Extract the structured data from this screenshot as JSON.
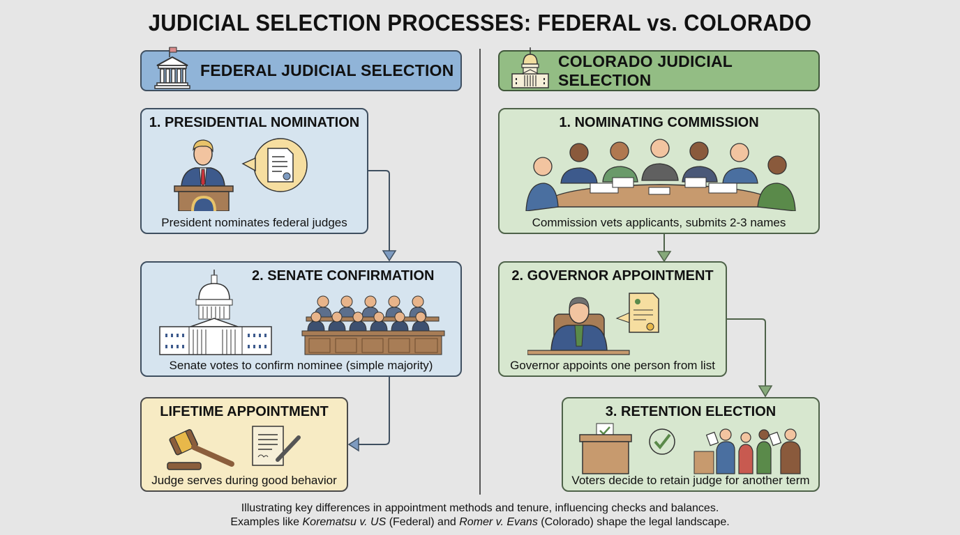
{
  "title": "JUDICIAL SELECTION PROCESSES: FEDERAL vs. COLORADO",
  "colors": {
    "background": "#e6e6e6",
    "federal_header": "#90b4d8",
    "federal_box": "#d6e4ef",
    "colorado_header": "#93bd84",
    "colorado_box": "#d7e7cf",
    "lifetime_box": "#f7ebc4",
    "federal_connector": "#3f4f60",
    "colorado_connector": "#4e6249"
  },
  "federal": {
    "header": {
      "label": "FEDERAL JUDICIAL SELECTION",
      "icon": "courthouse-icon"
    },
    "steps": [
      {
        "title": "1. PRESIDENTIAL NOMINATION",
        "description": "President nominates federal judges",
        "icon": "president-podium-icon"
      },
      {
        "title": "2. SENATE CONFIRMATION",
        "description": "Senate votes to confirm nominee (simple majority)",
        "icon": "capitol-senate-icon"
      },
      {
        "title": "LIFETIME APPOINTMENT",
        "description": "Judge serves during good behavior",
        "icon": "gavel-scroll-icon"
      }
    ]
  },
  "colorado": {
    "header": {
      "label": "COLORADO JUDICIAL SELECTION",
      "icon": "state-capitol-icon"
    },
    "steps": [
      {
        "title": "1. NOMINATING COMMISSION",
        "description": "Commission vets applicants, submits 2-3 names",
        "icon": "commission-table-icon"
      },
      {
        "title": "2. GOVERNOR APPOINTMENT",
        "description": "Governor appoints one person from list",
        "icon": "governor-desk-icon"
      },
      {
        "title": "3. RETENTION ELECTION",
        "description": "Voters decide to retain judge for another term",
        "icon": "ballot-voters-icon"
      }
    ]
  },
  "caption": {
    "line1": "Illustrating key differences in appointment methods and tenure, influencing checks and balances.",
    "line2_prefix": "Examples like ",
    "case1": "Korematsu v. US",
    "line2_mid1": " (Federal) and ",
    "case2": "Romer v. Evans",
    "line2_suffix": " (Colorado) shape the legal landscape."
  }
}
